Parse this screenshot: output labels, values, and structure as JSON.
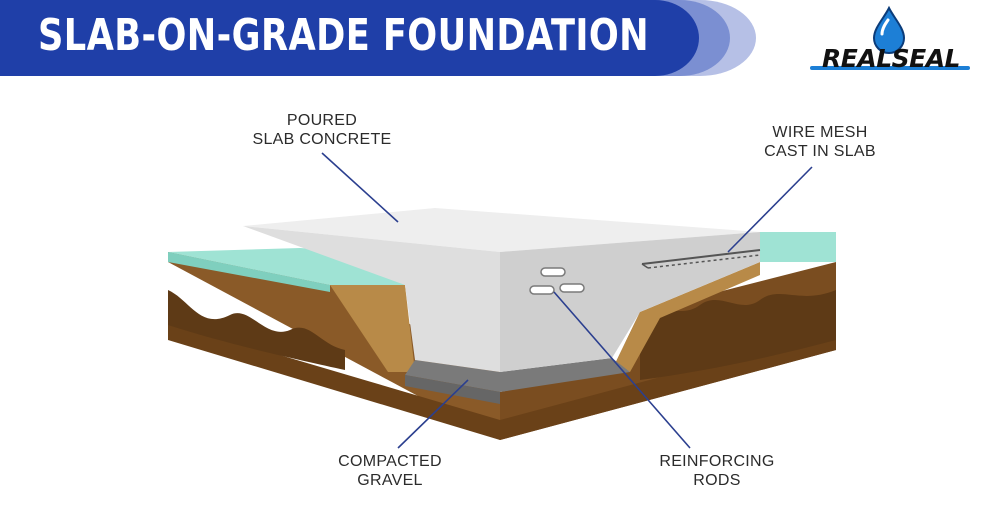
{
  "header": {
    "title": "SLAB-ON-GRADE FOUNDATION",
    "banner_color": "#1f3fa8",
    "banner_accent_colors": [
      "#5c72c4",
      "#9aa8dc"
    ]
  },
  "logo": {
    "text": "REALSEAL",
    "icon": "water-drop-icon",
    "drop_color": "#1d7fd6"
  },
  "diagram": {
    "callouts": {
      "slab": [
        "POURED",
        "SLAB CONCRETE"
      ],
      "mesh": [
        "WIRE MESH",
        "CAST IN SLAB"
      ],
      "gravel": [
        "COMPACTED",
        "GRAVEL"
      ],
      "rods": [
        "REINFORCING",
        "RODS"
      ]
    },
    "colors": {
      "concrete": "#e6e6e6",
      "gravel": "#7a7a7a",
      "soil_dark": "#6e4a22",
      "soil_light": "#a97a3d",
      "grass": "#9fe3d4",
      "leader_line": "#2b3f8f"
    }
  }
}
